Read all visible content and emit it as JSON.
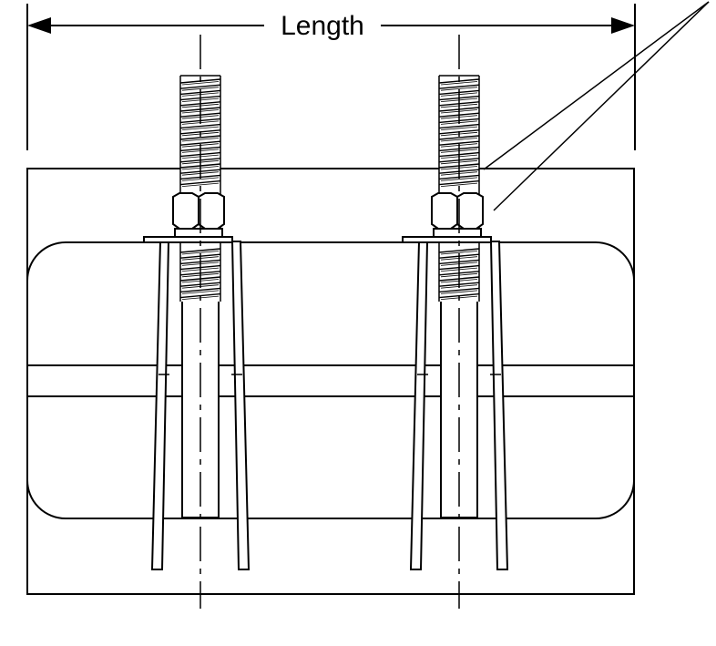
{
  "dimension": {
    "label": "Length"
  },
  "anchors": [
    {
      "name": "left-anchor-bolt"
    },
    {
      "name": "right-anchor-bolt"
    }
  ]
}
